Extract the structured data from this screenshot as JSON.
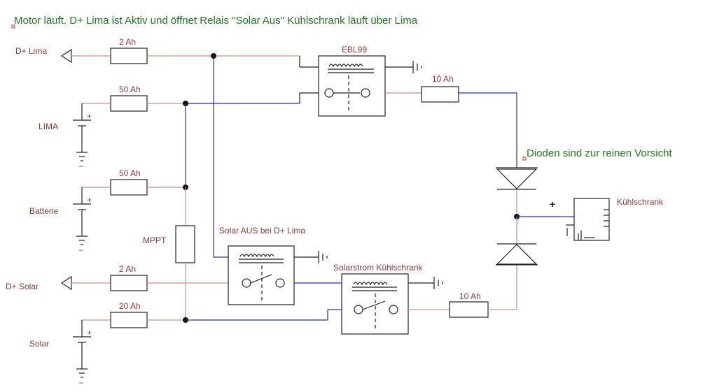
{
  "notes": {
    "top": "Motor läuft. D+ Lima ist Aktiv und öffnet Relais \"Solar Aus\"  Kühlschrank läuft über Lima",
    "diodes": "Dioden sind zur reinen Vorsicht"
  },
  "terminals": {
    "d_lima": "D+ Lima",
    "lima": "LIMA",
    "batterie": "Batterie",
    "d_solar": "D+ Solar",
    "solar": "Solar"
  },
  "fuses": {
    "f1": "2 Ah",
    "f2": "50 Ah",
    "f3": "50 Ah",
    "f4": "2 Ah",
    "f5": "20 Ah",
    "f6": "10 Ah",
    "f7": "10 Ah"
  },
  "components": {
    "mppt": "MPPT",
    "relay_ebl": "EBL99",
    "relay_solar_aus": "Solar AUS bei D+ Lima",
    "relay_solarstrom": "Solarstrom Kühlschrank",
    "fridge": "Kühlschrank"
  },
  "symbols": {
    "plus": "+",
    "minus": "−"
  },
  "colors": {
    "wire_positive": "#c98f8f",
    "wire_control": "#2b2bb8",
    "text_labels": "#8b3a3a",
    "text_notes": "#1f7a1f"
  }
}
